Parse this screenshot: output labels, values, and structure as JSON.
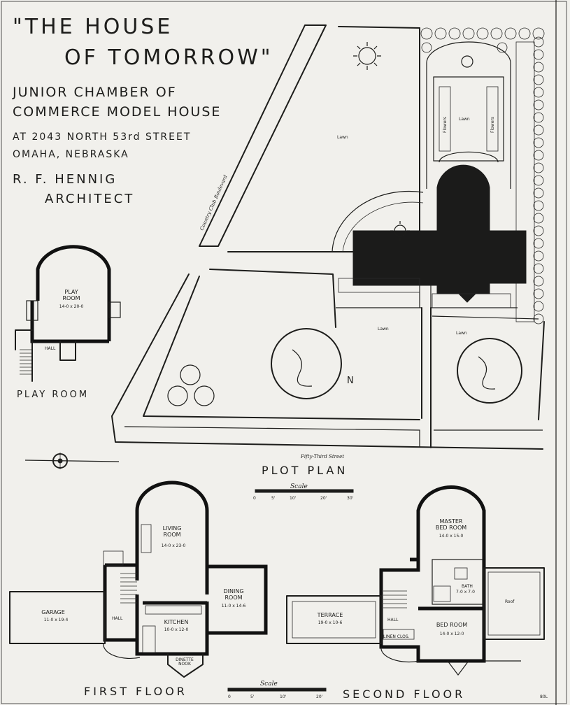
{
  "title": {
    "line1": "\"THE HOUSE",
    "line2": "OF TOMORROW\"",
    "subtitle1": "JUNIOR CHAMBER OF",
    "subtitle2": "COMMERCE MODEL HOUSE",
    "address1": "AT 2043 NORTH 53rd STREET",
    "address2": "OMAHA, NEBRASKA",
    "architect1": "R. F. HENNIG",
    "architect2": "ARCHITECT"
  },
  "plot_plan": {
    "label": "PLOT PLAN",
    "scale_label": "Scale",
    "scale_ticks": [
      "0",
      "5'",
      "10'",
      "20'",
      "30'"
    ],
    "boulevard": "Country Club Boulevard",
    "street": "Fifty-Third Street",
    "lawn_labels": [
      "Lawn",
      "Lawn",
      "Lawn",
      "Lawn"
    ],
    "flower_labels": [
      "Flowers",
      "Flowers"
    ],
    "north_letter": "N"
  },
  "play_room": {
    "label": "PLAY ROOM",
    "room_name": "PLAY\nROOM",
    "room_dim": "14-0 x 20-0",
    "hall": "HALL"
  },
  "first_floor": {
    "label": "FIRST FLOOR",
    "scale_label": "Scale",
    "scale_ticks": [
      "0",
      "5'",
      "10'",
      "20'"
    ],
    "rooms": [
      {
        "name": "LIVING\nROOM",
        "dim": "14-0 x 23-0"
      },
      {
        "name": "DINING\nROOM",
        "dim": "11-0 x 14-6"
      },
      {
        "name": "GARAGE",
        "dim": "11-0 x 19-4"
      },
      {
        "name": "KITCHEN",
        "dim": "10-0 x 12-0"
      },
      {
        "name": "HALL",
        "dim": ""
      },
      {
        "name": "DINETTE\nNOOK",
        "dim": ""
      }
    ]
  },
  "second_floor": {
    "label": "SECOND FLOOR",
    "rooms": [
      {
        "name": "MASTER\nBED ROOM",
        "dim": "14-0 x 15-0"
      },
      {
        "name": "BED ROOM",
        "dim": "14-0 x 12-0"
      },
      {
        "name": "TERRACE",
        "dim": "19-0 x 10-6"
      },
      {
        "name": "BATH",
        "dim": "7-0 x 7-0"
      },
      {
        "name": "HALL",
        "dim": ""
      },
      {
        "name": "Roof",
        "dim": ""
      },
      {
        "name": "LINEN CLOS.",
        "dim": ""
      }
    ]
  },
  "corner_note": "80L"
}
